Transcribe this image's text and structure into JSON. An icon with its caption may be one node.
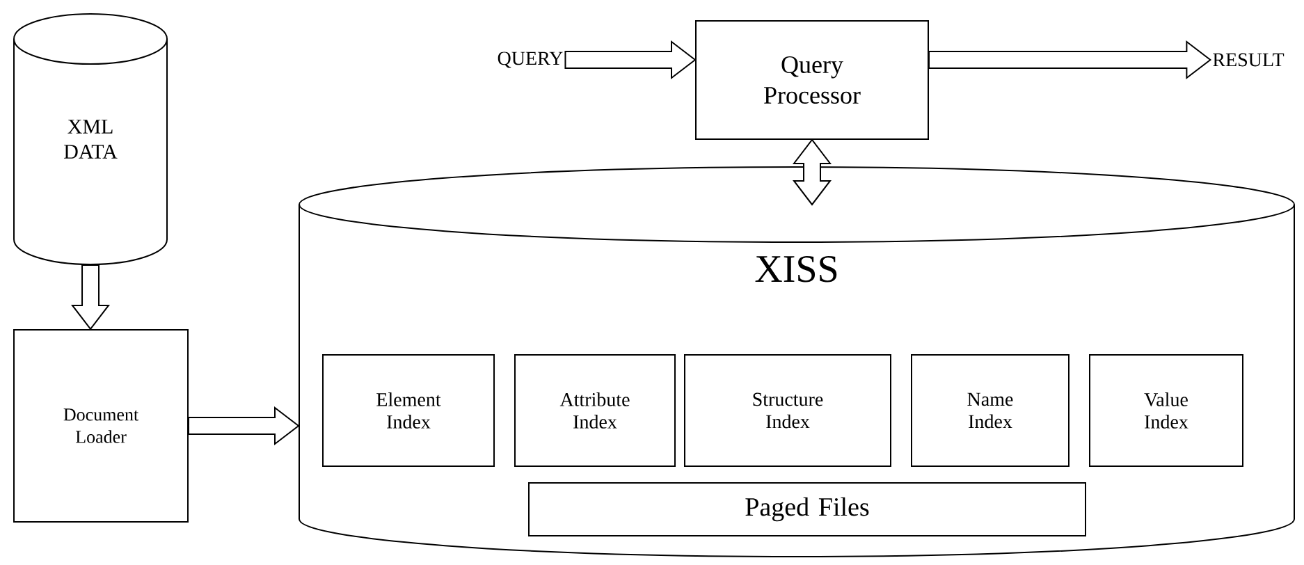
{
  "diagram": {
    "nodes": [
      {
        "text": [
          "XML DATA"
        ]
      },
      {
        "text": [
          "Document Loader"
        ]
      },
      {
        "text": [
          "Query Processor"
        ]
      },
      {
        "text": [
          "QUERY"
        ]
      },
      {
        "text": [
          "RESULT"
        ]
      },
      {
        "text": [
          "XISS"
        ]
      },
      {
        "text": [
          "Element Index"
        ],
        "in": 5
      },
      {
        "text": [
          "Attribute Index"
        ],
        "in": 5
      },
      {
        "text": [
          "Structure Index"
        ],
        "in": 5
      },
      {
        "text": [
          "Name Index"
        ],
        "in": 5
      },
      {
        "text": [
          "Value Index"
        ],
        "in": 5
      },
      {
        "text": [
          "Paged Files"
        ],
        "in": 5
      }
    ],
    "edges": [
      {
        "from": 0,
        "to": 1,
        "arrow": "to"
      },
      {
        "from": 1,
        "to": 5,
        "arrow": "to"
      },
      {
        "from": 3,
        "to": 2,
        "arrow": "to"
      },
      {
        "from": 2,
        "to": 4,
        "arrow": "to"
      },
      {
        "from": 2,
        "to": 5,
        "arrow": "both"
      }
    ]
  }
}
